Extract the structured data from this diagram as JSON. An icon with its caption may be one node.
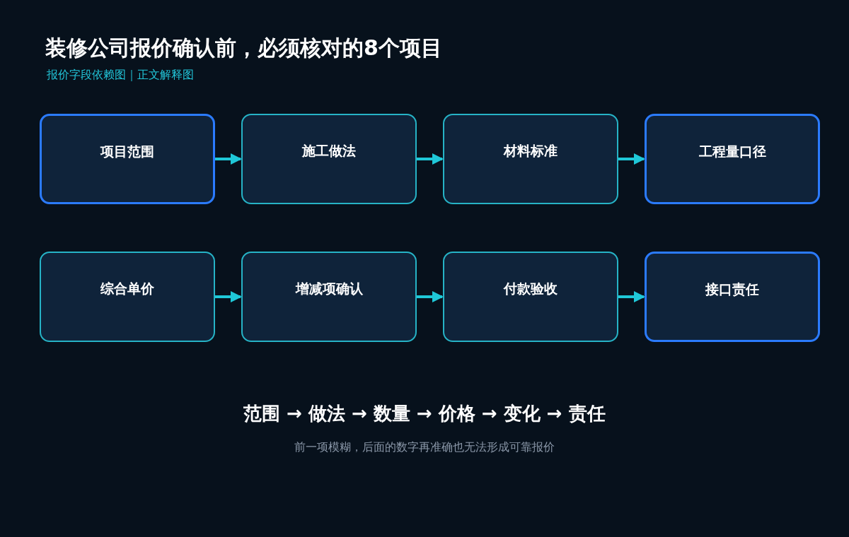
{
  "diagram": {
    "title": "装修公司报价确认前，必须核对的8个项目",
    "nodes": [
      {
        "text": [
          "项目范围"
        ]
      },
      {
        "text": [
          "施工做法"
        ]
      },
      {
        "text": [
          "材料标准"
        ]
      },
      {
        "text": [
          "工程量口径"
        ]
      },
      {
        "text": [
          "综合单价"
        ]
      },
      {
        "text": [
          "增减项确认"
        ]
      },
      {
        "text": [
          "付款验收"
        ]
      },
      {
        "text": [
          "接口责任"
        ]
      }
    ],
    "edges": [
      {
        "from": 0,
        "to": 1,
        "arrow": "to"
      },
      {
        "from": 1,
        "to": 2,
        "arrow": "to"
      },
      {
        "from": 2,
        "to": 3,
        "arrow": "to"
      },
      {
        "from": 4,
        "to": 5,
        "arrow": "to"
      },
      {
        "from": 5,
        "to": 6,
        "arrow": "to"
      },
      {
        "from": 6,
        "to": 7,
        "arrow": "to"
      }
    ],
    "labels": [
      "报价字段依赖图｜正文解释图",
      "范围 → 做法 → 数量 → 价格 → 变化 → 责任",
      "前一项模糊，后面的数字再准确也无法形成可靠报价"
    ]
  }
}
